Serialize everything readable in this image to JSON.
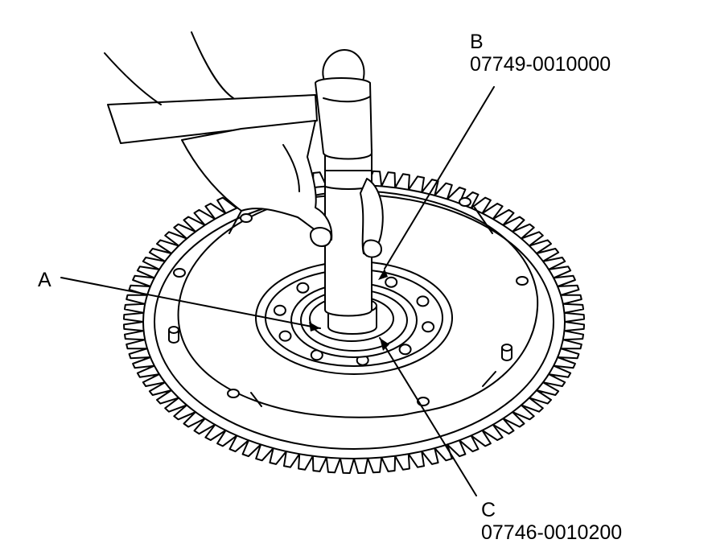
{
  "callouts": {
    "a": {
      "letter": "A"
    },
    "b": {
      "letter": "B",
      "part_number": "07749-0010000"
    },
    "c": {
      "letter": "C",
      "part_number": "07746-0010200"
    }
  },
  "colors": {
    "ink": "#000000",
    "paper": "#ffffff"
  }
}
